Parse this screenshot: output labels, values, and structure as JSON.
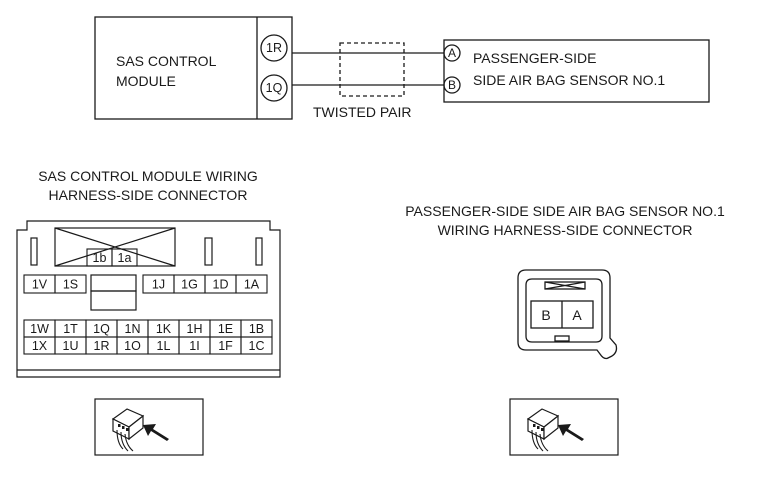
{
  "schematic": {
    "module_line1": "SAS CONTROL",
    "module_line2": "MODULE",
    "terminal_top": "1R",
    "terminal_bottom": "1Q",
    "twisted_pair_label": "TWISTED PAIR",
    "sensor_terminal_top": "A",
    "sensor_terminal_bottom": "B",
    "sensor_line1": "PASSENGER-SIDE",
    "sensor_line2": "SIDE AIR BAG SENSOR NO.1"
  },
  "left_connector": {
    "title_line1": "SAS CONTROL MODULE WIRING",
    "title_line2": "HARNESS-SIDE CONNECTOR",
    "pins_top": [
      "1b",
      "1a"
    ],
    "row1_left": [
      "1V",
      "1S"
    ],
    "row1_right": [
      "1J",
      "1G",
      "1D",
      "1A"
    ],
    "row2": [
      "1W",
      "1T",
      "1Q",
      "1N",
      "1K",
      "1H",
      "1E",
      "1B"
    ],
    "row3": [
      "1X",
      "1U",
      "1R",
      "1O",
      "1L",
      "1I",
      "1F",
      "1C"
    ]
  },
  "right_connector": {
    "title_line1": "PASSENGER-SIDE SIDE AIR BAG SENSOR NO.1",
    "title_line2": "WIRING HARNESS-SIDE CONNECTOR",
    "pins": [
      "B",
      "A"
    ]
  },
  "icons": {
    "left": "harness-side-view-icon",
    "right": "harness-side-view-icon"
  }
}
